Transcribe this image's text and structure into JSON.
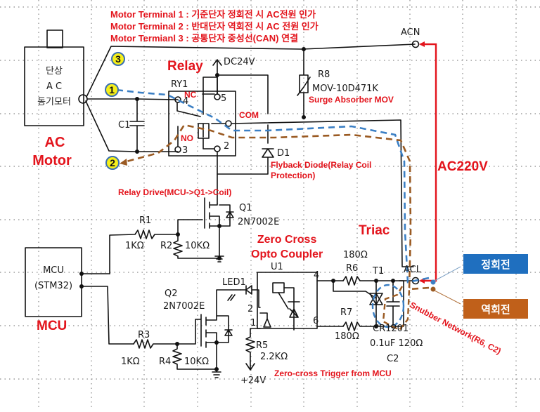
{
  "header_notes": [
    {
      "term": "Motor Terminal 1",
      "desc": "기준단자 정회전 시 AC전원 인가"
    },
    {
      "term": "Motor Terminal 2",
      "desc": "반대단자 역회전 시 AC 전원 인가"
    },
    {
      "term": "Motor Termianl 3",
      "desc": "공통단자 중성선(CAN) 연결"
    }
  ],
  "motor": {
    "body_lines": [
      "단상",
      "A C",
      "동기모터"
    ],
    "label": [
      "AC",
      "Motor"
    ],
    "terminals": [
      "1",
      "2",
      "3"
    ],
    "capacitor": "C1"
  },
  "relay": {
    "title": "Relay",
    "ref": "RY1",
    "supply": "DC24V",
    "pins": {
      "nc_pin": "4",
      "no_pin": "3",
      "coil_top": "5",
      "coil_bottom": "2"
    },
    "nc": "NC",
    "no": "NO",
    "com": "COM",
    "diode_ref": "D1",
    "diode_note": [
      "Flyback Diode(Relay Coil",
      "Protection)"
    ]
  },
  "mov": {
    "ref": "R8",
    "part": "MOV-10D471K",
    "note": "Surge Absorber MOV"
  },
  "power": {
    "acn": "ACN",
    "acl": "ACL",
    "ac_label": "AC220V"
  },
  "relay_drive": {
    "note": "Relay Drive(MCU->Q1->Coil)",
    "q_ref": "Q1",
    "q_part": "2N7002E",
    "r1": "R1",
    "r1_val": "1KΩ",
    "r2": "R2",
    "r2_val": "10KΩ"
  },
  "mcu": {
    "body_lines": [
      "MCU",
      "(STM32)"
    ],
    "label": "MCU"
  },
  "trigger": {
    "q_ref": "Q2",
    "q_part": "2N7002E",
    "r3": "R3",
    "r3_val": "1KΩ",
    "r4": "R4",
    "r4_val": "10KΩ",
    "led": "LED1",
    "r5": "R5",
    "r5_val": "2.2KΩ",
    "supply": "+24V",
    "note": "Zero-cross Trigger from MCU"
  },
  "opto": {
    "title": [
      "Zero Cross",
      "Opto Coupler"
    ],
    "ref": "U1",
    "pins": [
      "1",
      "2",
      "4",
      "6"
    ]
  },
  "triac": {
    "title": "Triac",
    "ref": "T1",
    "part": "CR1201",
    "r6": "R6",
    "r6_val": "180Ω",
    "r7": "R7",
    "r7_val": "180Ω",
    "c2": "C2",
    "c2_val": "0.1uF 120Ω",
    "snubber_note": "Snubber Network(R6, C2)"
  },
  "legend": [
    {
      "label": "정회전",
      "color": "#1f6fbf"
    },
    {
      "label": "역회전",
      "color": "#c0601a"
    }
  ],
  "colors": {
    "accent_red": "#e3141c",
    "path_forward": "#3b7fc4",
    "path_reverse": "#9a5a22",
    "terminal_badge": "#f5ef1a"
  }
}
